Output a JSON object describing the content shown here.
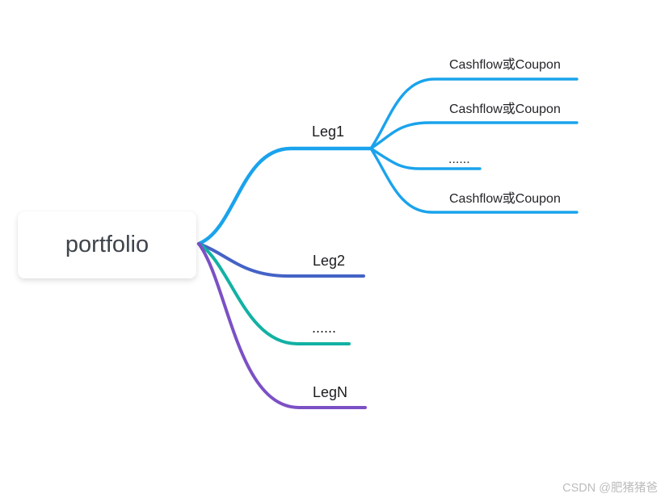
{
  "root": {
    "label": "portfolio"
  },
  "branches": [
    {
      "label": "Leg1",
      "color": "#1aa3ec",
      "children": [
        {
          "label": "Cashflow或Coupon"
        },
        {
          "label": "Cashflow或Coupon"
        },
        {
          "label": "......"
        },
        {
          "label": "Cashflow或Coupon"
        }
      ]
    },
    {
      "label": "Leg2",
      "color": "#4463c6",
      "children": []
    },
    {
      "label": "......",
      "color": "#12b1a3",
      "children": []
    },
    {
      "label": "LegN",
      "color": "#7c50c5",
      "children": []
    }
  ],
  "watermark": "CSDN @肥猪猪爸",
  "canvas_background": "#ffffff"
}
